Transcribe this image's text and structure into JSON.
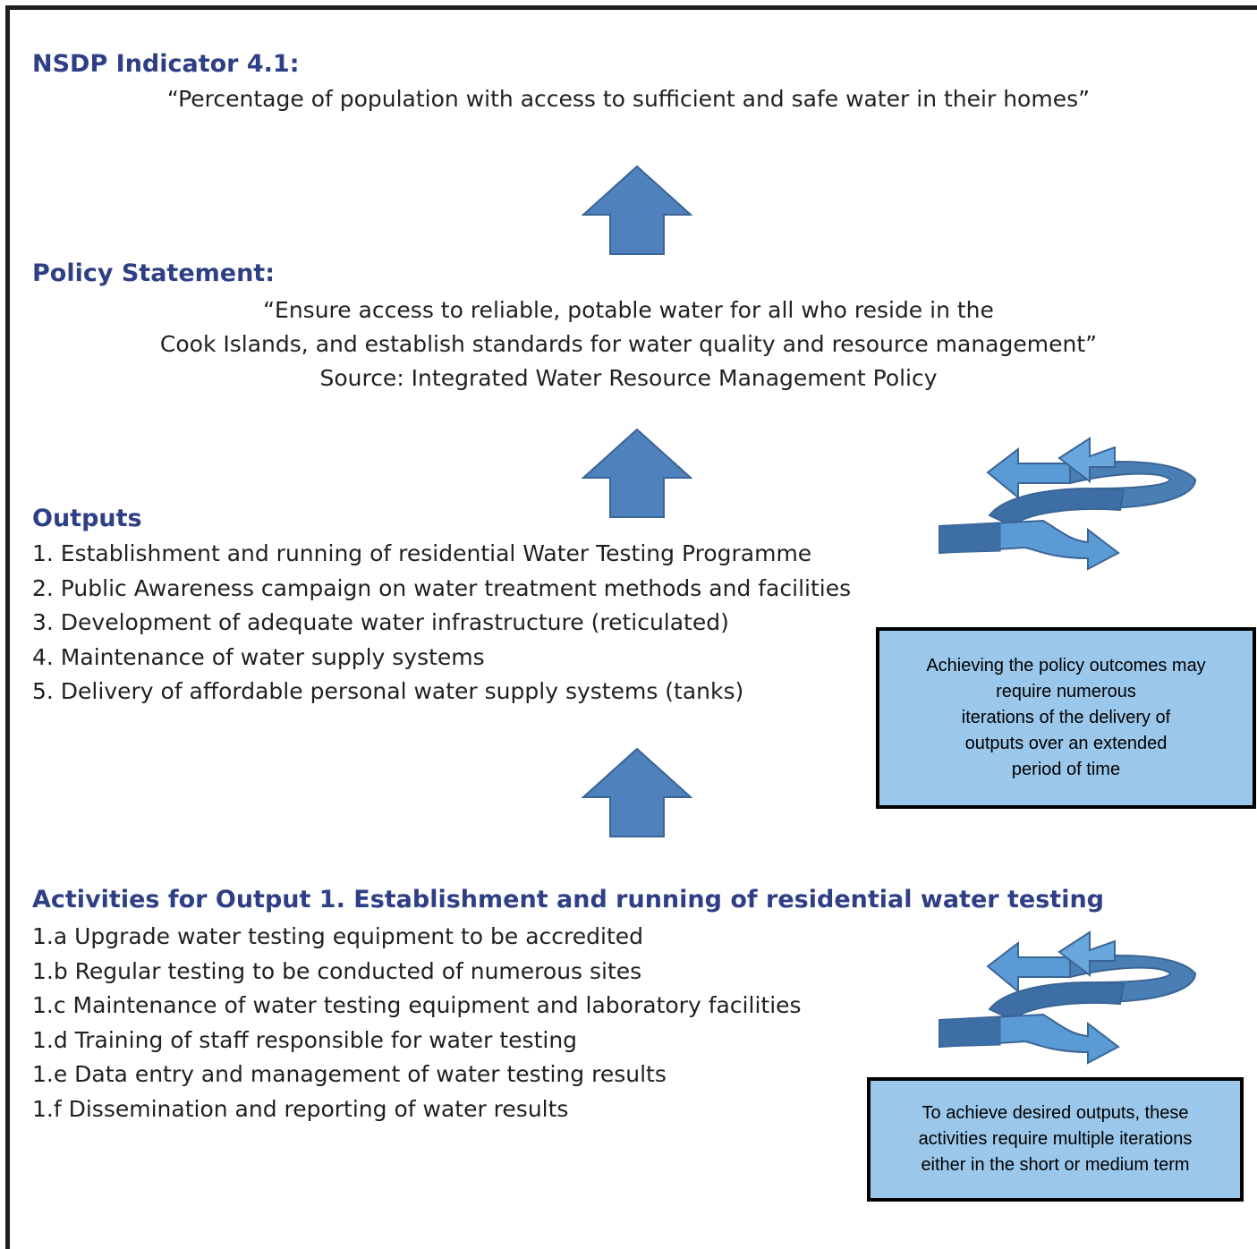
{
  "indicator": {
    "heading": "NSDP Indicator 4.1:",
    "quote": "“Percentage of population with access to sufficient and safe water in their homes”"
  },
  "policy": {
    "heading": "Policy Statement:",
    "lines": [
      "“Ensure access to reliable, potable water for all who reside in the",
      "Cook Islands, and establish standards for water quality and resource management”",
      "Source: Integrated Water Resource Management Policy"
    ]
  },
  "outputs": {
    "heading": "Outputs",
    "items": [
      "1. Establishment and running of residential Water Testing Programme",
      "2. Public Awareness campaign on water treatment methods and facilities",
      "3. Development of adequate water infrastructure (reticulated)",
      "4. Maintenance of water supply systems",
      "5. Delivery of affordable personal water supply systems (tanks)"
    ],
    "note": "Achieving the policy outcomes may\nrequire numerous\niterations of the delivery of\noutputs over an extended\nperiod of time"
  },
  "activities": {
    "heading": "Activities for Output 1. Establishment and running of residential water testing",
    "items": [
      "1.a  Upgrade water testing equipment to be accredited",
      "1.b  Regular testing to be conducted of numerous sites",
      "1.c  Maintenance of water testing equipment and laboratory facilities",
      "1.d  Training of staff responsible for water testing",
      "1.e  Data entry and management of water testing results",
      "1.f  Dissemination and reporting of water results"
    ],
    "note": "To achieve desired outputs, these\nactivities require multiple iterations\neither in the short or medium term"
  },
  "colors": {
    "heading": "#2e3f86",
    "arrow_fill": "#4f81bd",
    "arrow_stroke": "#3a6596",
    "note_fill": "#9bc7ea"
  },
  "icons": [
    "up-arrow-icon",
    "circular-arrows-icon"
  ]
}
